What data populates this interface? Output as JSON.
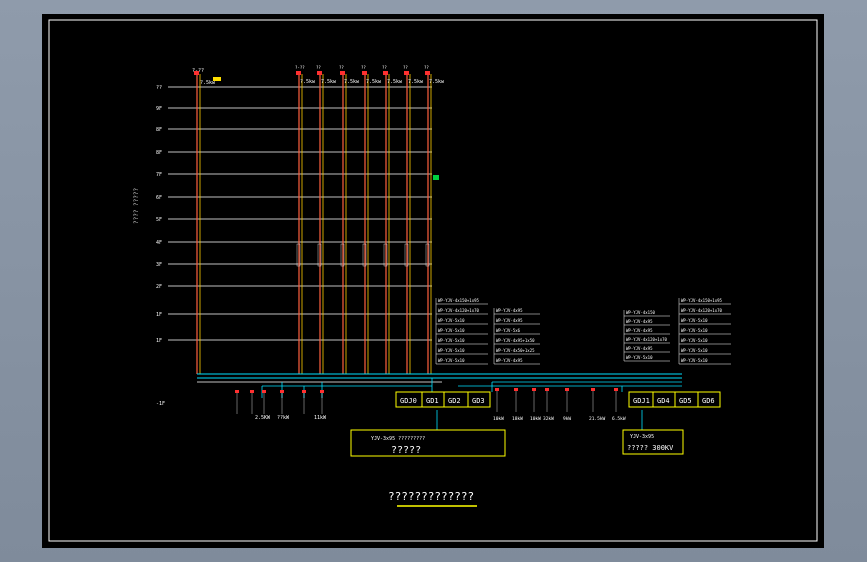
{
  "sheet_title": "?????????????",
  "axis_label": "???? ?????",
  "floors": [
    "??",
    "9F",
    "8F",
    "8F",
    "7F",
    "6F",
    "5F",
    "4F",
    "3F",
    "2F",
    "1F",
    "1F",
    "-1F"
  ],
  "risers": [
    {
      "tag": "?-??",
      "rating": "?.5kw"
    },
    {
      "tag": "??",
      "rating": "7.5kw"
    },
    {
      "tag": "??",
      "rating": "7.5kw"
    },
    {
      "tag": "??",
      "rating": "7.5kw"
    },
    {
      "tag": "??",
      "rating": "7.5kw"
    },
    {
      "tag": "??",
      "rating": "7.5kw"
    },
    {
      "tag": "??",
      "rating": "7.5kw"
    }
  ],
  "left_riser": {
    "tag": "?-??",
    "rating": "?.5kw"
  },
  "cable_notes_group1": [
    "WP-YJV-4x150+1x95",
    "WP-YJV-4x120+1x70",
    "WP-YJV-5x10",
    "WP-YJV-5x10",
    "WP-YJV-5x10",
    "WP-YJV-5x10",
    "WP-YJV-5x10"
  ],
  "cable_notes_group2": [
    "WP-YJV-4x95",
    "WP-YJV-4x95",
    "WP-YJV-5x6",
    "WP-YJV-4x95+1x50",
    "WP-YJV-4x50+1x25",
    "WP-YJV-4x95"
  ],
  "cable_notes_group3": [
    "WP-YJV-4x150",
    "WP-YJV-4x95",
    "WP-YJV-4x95",
    "WP-YJV-4x120+1x70",
    "WP-YJV-4x95",
    "WP-YJV-5x10"
  ],
  "cable_notes_group4": [
    "WP-YJV-4x150+1x95",
    "WP-YJV-4x120+1x70",
    "WP-YJV-5x10",
    "WP-YJV-5x10",
    "WP-YJV-5x10",
    "WP-YJV-5x10",
    "WP-YJV-5x10"
  ],
  "panels_left": [
    "GDJ0",
    "GD1",
    "GD2",
    "GD3"
  ],
  "panels_right": [
    "GDJ1",
    "GD4",
    "GD5",
    "GD6"
  ],
  "transformer_left": {
    "cable": "YJV-3x95 ?????????",
    "name": "?????"
  },
  "transformer_right": {
    "cable": "YJV-3x95",
    "name": "????? 300KV"
  },
  "bottom_loads_left": [
    "2.5KW",
    "??kW",
    "11kW"
  ],
  "bottom_loads_right": [
    "10kW",
    "18kW",
    "10kW",
    "32kW",
    "9kW",
    "21.5kW",
    "6.5kW"
  ]
}
